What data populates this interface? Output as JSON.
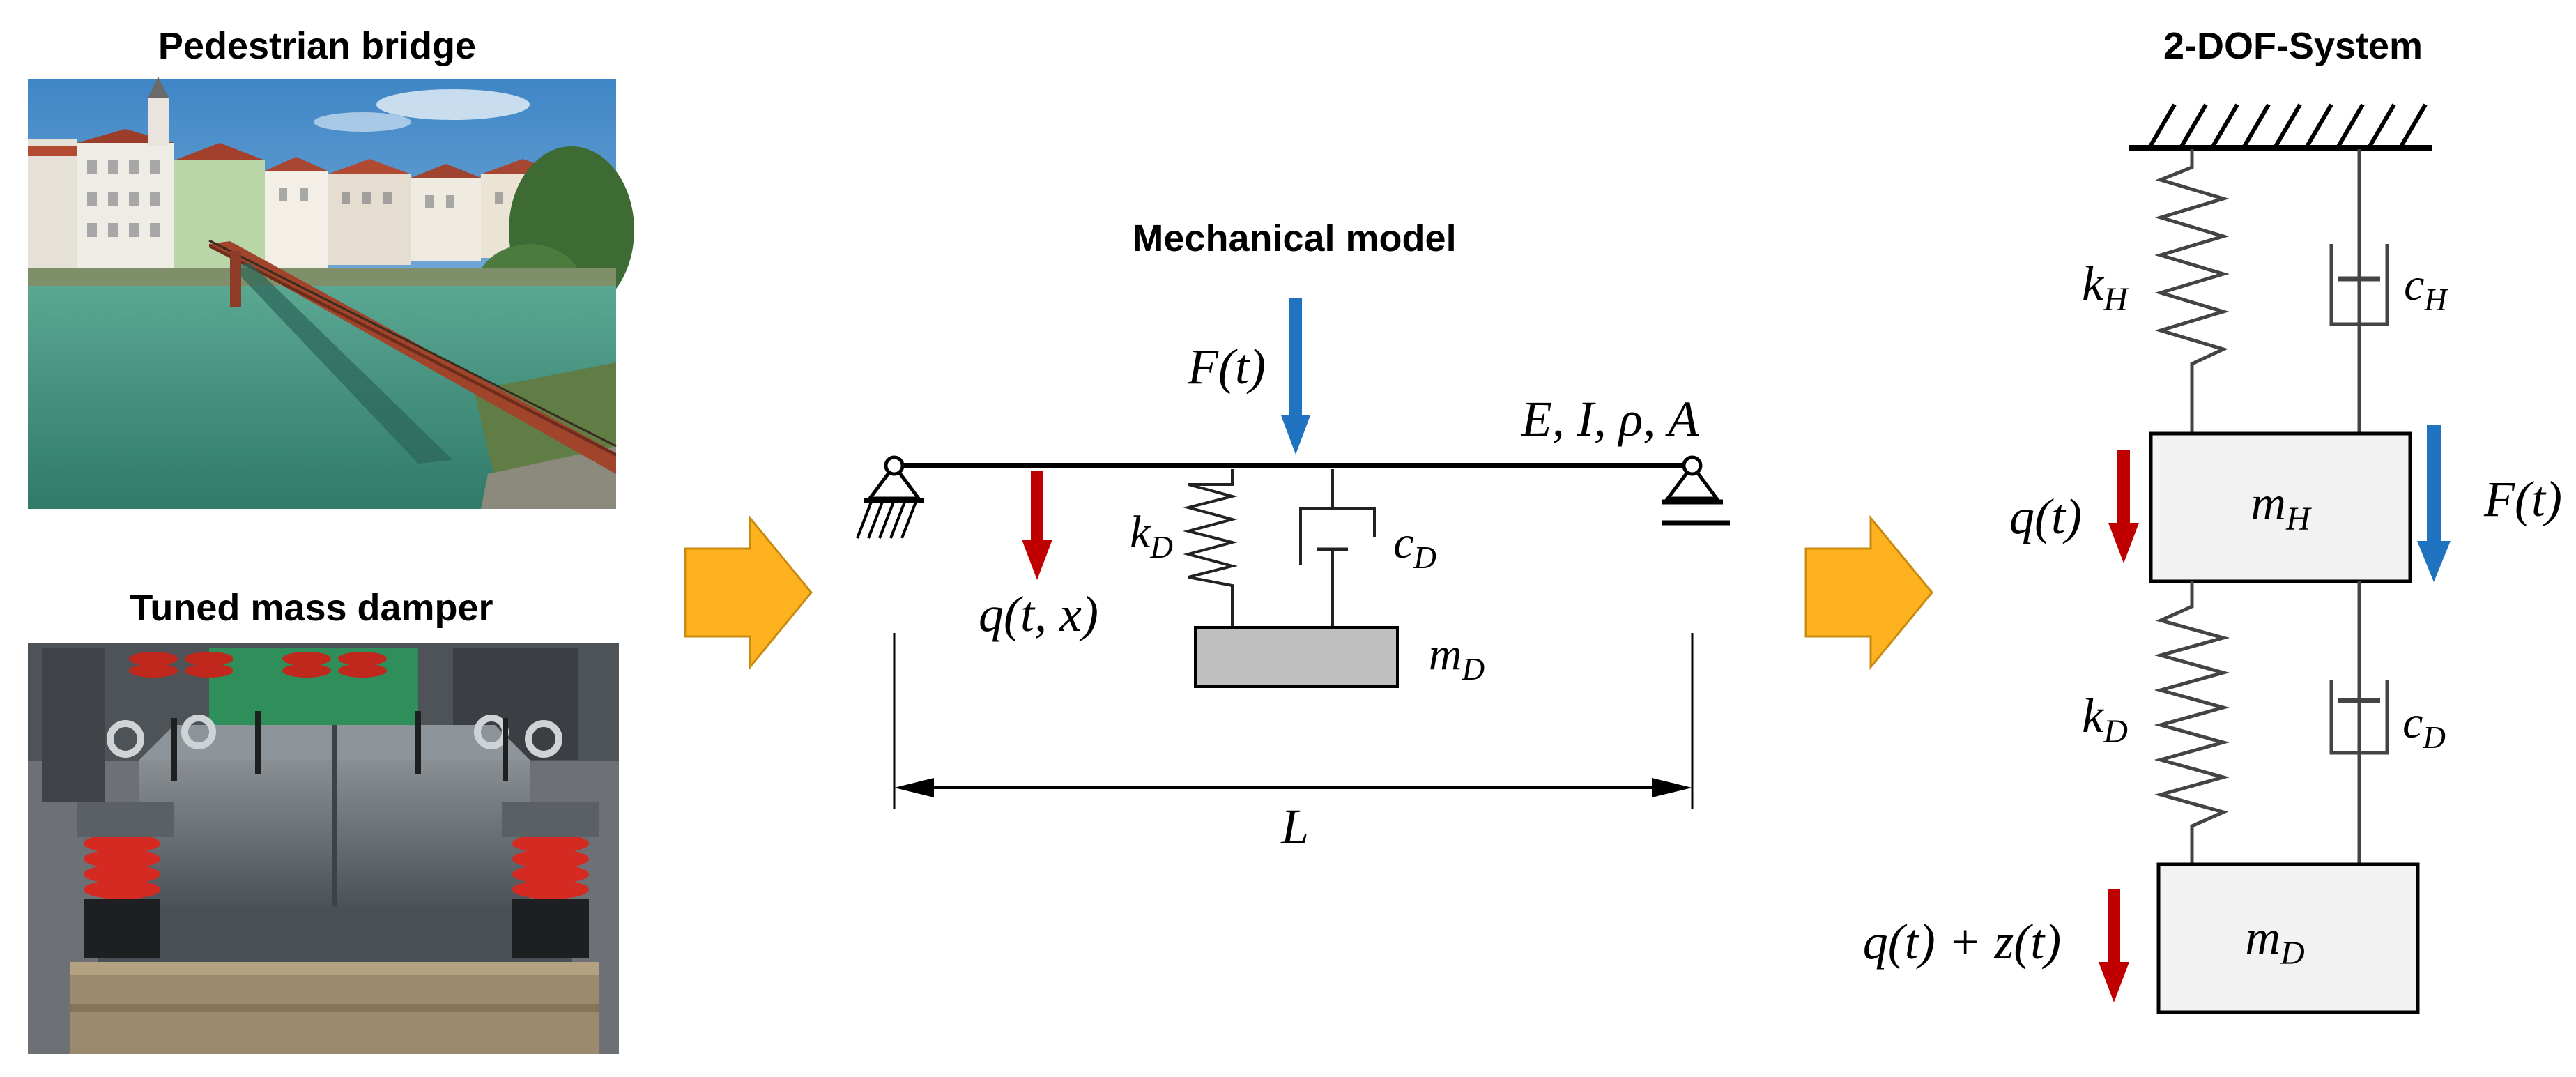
{
  "panels": {
    "bridge": {
      "title": "Pedestrian bridge"
    },
    "tmd": {
      "title": "Tuned mass damper"
    },
    "mechanical": {
      "title": "Mechanical model",
      "force": "F(t)",
      "beam_props": "E, I, ρ, A",
      "spring": "k_D",
      "damper": "c_D",
      "mass": "m_D",
      "load": "q(t, x)",
      "length": "L"
    },
    "dof": {
      "title": "2-DOF-System",
      "spring_h": "k_H",
      "damper_h": "c_H",
      "mass_h": "m_H",
      "disp_h": "q(t)",
      "force": "F(t)",
      "spring_d": "k_D",
      "damper_d": "c_D",
      "mass_d": "m_D",
      "disp_d": "q(t) + z(t)"
    }
  },
  "colors": {
    "arrow_red": "#c00000",
    "arrow_blue": "#1f73c0",
    "block_arrow": "#ffb21f",
    "mass_fill": "#bfbfbf",
    "mass_fill_light": "#f2f2f2",
    "line": "#000000"
  },
  "icons": [
    "fixed-support-icon",
    "roller-support-icon",
    "spring-icon",
    "damper-icon",
    "block-arrow-icon"
  ]
}
